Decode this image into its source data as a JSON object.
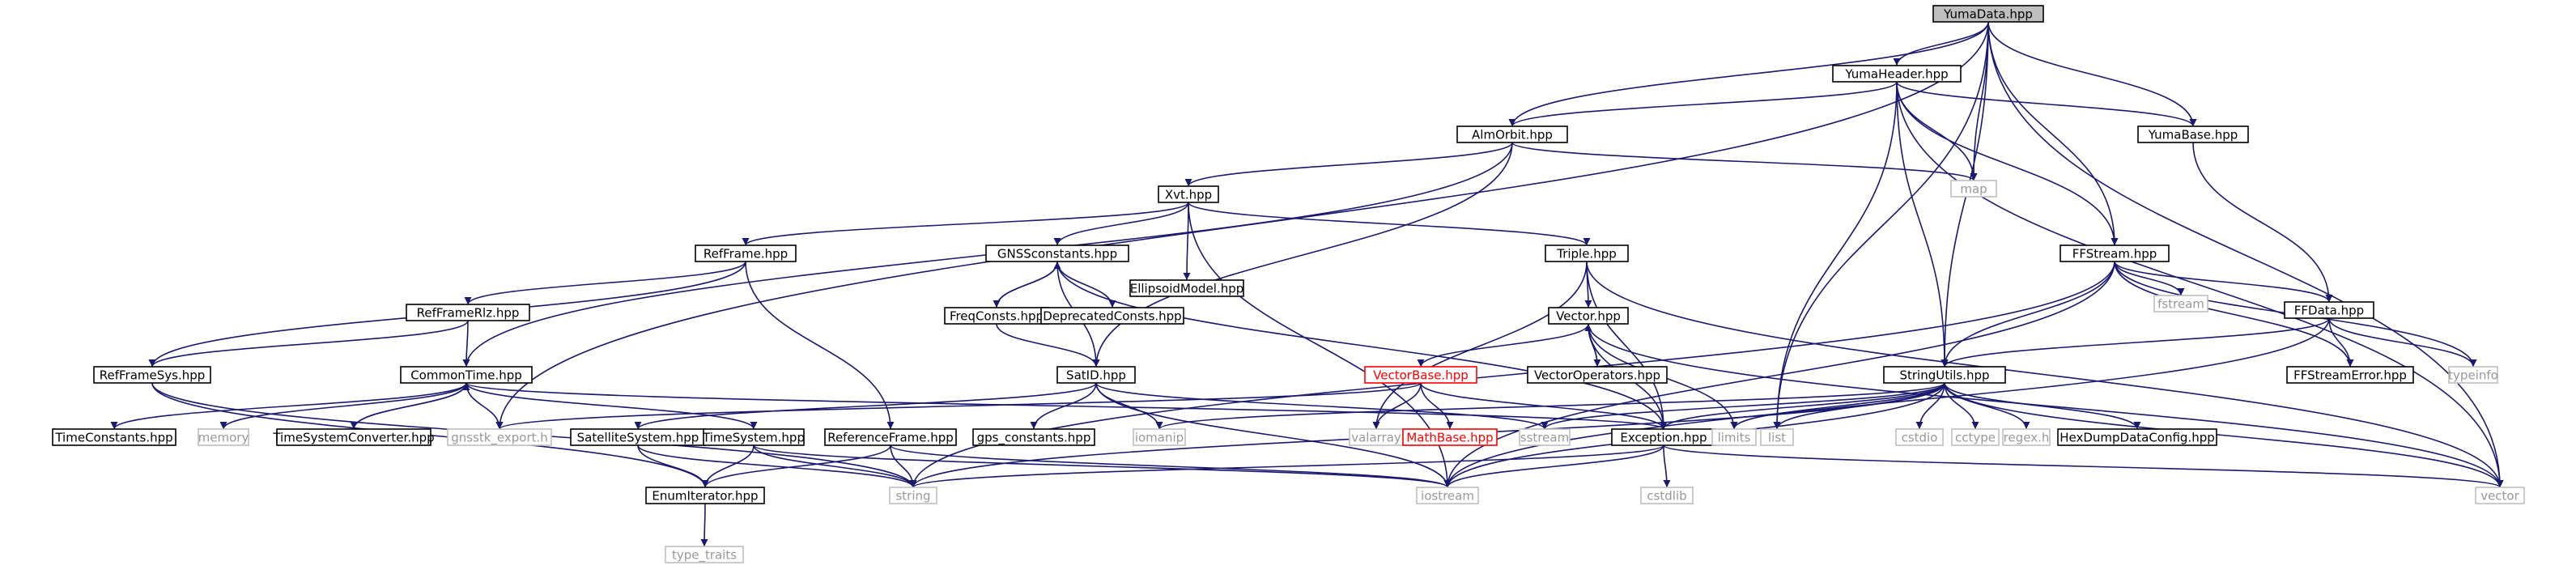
{
  "colors": {
    "edge": "#191970",
    "node_border": "#000000",
    "node_fill": "#ffffff",
    "root_fill": "#bfbfbf",
    "system_border": "#bfbfbf",
    "system_text": "#999999",
    "truncated_border": "#ff0000",
    "truncated_text": "#ff0000",
    "text": "#000000"
  },
  "nodes": [
    {
      "id": "YumaData",
      "label": "YumaData.hpp",
      "kind": "root"
    },
    {
      "id": "YumaHeader",
      "label": "YumaHeader.hpp",
      "kind": "header"
    },
    {
      "id": "AlmOrbit",
      "label": "AlmOrbit.hpp",
      "kind": "header"
    },
    {
      "id": "YumaBase",
      "label": "YumaBase.hpp",
      "kind": "header"
    },
    {
      "id": "map",
      "label": "map",
      "kind": "system"
    },
    {
      "id": "Xvt",
      "label": "Xvt.hpp",
      "kind": "header"
    },
    {
      "id": "FFStream",
      "label": "FFStream.hpp",
      "kind": "header"
    },
    {
      "id": "RefFrame",
      "label": "RefFrame.hpp",
      "kind": "header"
    },
    {
      "id": "GNSSconstants",
      "label": "GNSSconstants.hpp",
      "kind": "header"
    },
    {
      "id": "EllipsoidModel",
      "label": "EllipsoidModel.hpp",
      "kind": "header"
    },
    {
      "id": "Triple",
      "label": "Triple.hpp",
      "kind": "header"
    },
    {
      "id": "fstream",
      "label": "fstream",
      "kind": "system"
    },
    {
      "id": "FFData",
      "label": "FFData.hpp",
      "kind": "header"
    },
    {
      "id": "typeinfo",
      "label": "typeinfo",
      "kind": "system"
    },
    {
      "id": "RefFrameRlz",
      "label": "RefFrameRlz.hpp",
      "kind": "header"
    },
    {
      "id": "FreqConsts",
      "label": "FreqConsts.hpp",
      "kind": "header"
    },
    {
      "id": "DeprecatedConsts",
      "label": "DeprecatedConsts.hpp",
      "kind": "header"
    },
    {
      "id": "Vector",
      "label": "Vector.hpp",
      "kind": "header"
    },
    {
      "id": "RefFrameSys",
      "label": "RefFrameSys.hpp",
      "kind": "header"
    },
    {
      "id": "CommonTime",
      "label": "CommonTime.hpp",
      "kind": "header"
    },
    {
      "id": "SatID",
      "label": "SatID.hpp",
      "kind": "header"
    },
    {
      "id": "VectorBase",
      "label": "VectorBase.hpp",
      "kind": "truncated"
    },
    {
      "id": "VectorOperators",
      "label": "VectorOperators.hpp",
      "kind": "header"
    },
    {
      "id": "StringUtils",
      "label": "StringUtils.hpp",
      "kind": "header"
    },
    {
      "id": "FFStreamError",
      "label": "FFStreamError.hpp",
      "kind": "header"
    },
    {
      "id": "TimeConstants",
      "label": "TimeConstants.hpp",
      "kind": "header"
    },
    {
      "id": "memory",
      "label": "memory",
      "kind": "system"
    },
    {
      "id": "TimeSystemConverter",
      "label": "TimeSystemConverter.hpp",
      "kind": "header"
    },
    {
      "id": "gnsstk_export",
      "label": "gnsstk_export.h",
      "kind": "system"
    },
    {
      "id": "SatelliteSystem",
      "label": "SatelliteSystem.hpp",
      "kind": "header"
    },
    {
      "id": "TimeSystem",
      "label": "TimeSystem.hpp",
      "kind": "header"
    },
    {
      "id": "ReferenceFrame",
      "label": "ReferenceFrame.hpp",
      "kind": "header"
    },
    {
      "id": "gps_constants",
      "label": "gps_constants.hpp",
      "kind": "header"
    },
    {
      "id": "iomanip",
      "label": "iomanip",
      "kind": "system"
    },
    {
      "id": "valarray",
      "label": "valarray",
      "kind": "system"
    },
    {
      "id": "MathBase",
      "label": "MathBase.hpp",
      "kind": "truncated"
    },
    {
      "id": "sstream",
      "label": "sstream",
      "kind": "system"
    },
    {
      "id": "Exception",
      "label": "Exception.hpp",
      "kind": "header"
    },
    {
      "id": "limits",
      "label": "limits",
      "kind": "system"
    },
    {
      "id": "list",
      "label": "list",
      "kind": "system"
    },
    {
      "id": "cstdio",
      "label": "cstdio",
      "kind": "system"
    },
    {
      "id": "cctype",
      "label": "cctype",
      "kind": "system"
    },
    {
      "id": "regexh",
      "label": "regex.h",
      "kind": "system"
    },
    {
      "id": "HexDumpDataConfig",
      "label": "HexDumpDataConfig.hpp",
      "kind": "header"
    },
    {
      "id": "vector",
      "label": "vector",
      "kind": "system"
    },
    {
      "id": "EnumIterator",
      "label": "EnumIterator.hpp",
      "kind": "header"
    },
    {
      "id": "string",
      "label": "string",
      "kind": "system"
    },
    {
      "id": "iostream",
      "label": "iostream",
      "kind": "system"
    },
    {
      "id": "cstdlib",
      "label": "cstdlib",
      "kind": "system"
    },
    {
      "id": "type_traits",
      "label": "type_traits",
      "kind": "system"
    }
  ],
  "edges": [
    [
      "YumaData",
      "YumaHeader"
    ],
    [
      "YumaData",
      "AlmOrbit"
    ],
    [
      "YumaData",
      "YumaBase"
    ],
    [
      "YumaData",
      "map"
    ],
    [
      "YumaData",
      "FFStream"
    ],
    [
      "YumaData",
      "StringUtils"
    ],
    [
      "YumaData",
      "list"
    ],
    [
      "YumaData",
      "gnsstk_export"
    ],
    [
      "YumaData",
      "vector"
    ],
    [
      "YumaHeader",
      "AlmOrbit"
    ],
    [
      "YumaHeader",
      "YumaBase"
    ],
    [
      "YumaHeader",
      "map"
    ],
    [
      "YumaHeader",
      "FFStream"
    ],
    [
      "YumaHeader",
      "StringUtils"
    ],
    [
      "YumaHeader",
      "list"
    ],
    [
      "YumaHeader",
      "vector"
    ],
    [
      "AlmOrbit",
      "Xvt"
    ],
    [
      "AlmOrbit",
      "map"
    ],
    [
      "AlmOrbit",
      "CommonTime"
    ],
    [
      "AlmOrbit",
      "SatID"
    ],
    [
      "YumaBase",
      "FFData"
    ],
    [
      "Xvt",
      "RefFrame"
    ],
    [
      "Xvt",
      "GNSSconstants"
    ],
    [
      "Xvt",
      "EllipsoidModel"
    ],
    [
      "Xvt",
      "Triple"
    ],
    [
      "Xvt",
      "iostream"
    ],
    [
      "FFStream",
      "FFData"
    ],
    [
      "FFStream",
      "fstream"
    ],
    [
      "FFStream",
      "typeinfo"
    ],
    [
      "FFStream",
      "FFStreamError"
    ],
    [
      "FFStream",
      "StringUtils"
    ],
    [
      "FFStream",
      "string"
    ],
    [
      "FFStream",
      "iostream"
    ],
    [
      "RefFrame",
      "RefFrameRlz"
    ],
    [
      "RefFrame",
      "RefFrameSys"
    ],
    [
      "RefFrame",
      "ReferenceFrame"
    ],
    [
      "GNSSconstants",
      "FreqConsts"
    ],
    [
      "GNSSconstants",
      "DeprecatedConsts"
    ],
    [
      "GNSSconstants",
      "SatID"
    ],
    [
      "GNSSconstants",
      "Exception"
    ],
    [
      "Triple",
      "Vector"
    ],
    [
      "Triple",
      "valarray"
    ],
    [
      "Triple",
      "Exception"
    ],
    [
      "Triple",
      "vector"
    ],
    [
      "FFData",
      "FFStreamError"
    ],
    [
      "FFData",
      "typeinfo"
    ],
    [
      "FFData",
      "StringUtils"
    ],
    [
      "FFData",
      "iostream"
    ],
    [
      "RefFrameRlz",
      "CommonTime"
    ],
    [
      "RefFrameRlz",
      "RefFrameSys"
    ],
    [
      "FreqConsts",
      "GNSSconstants"
    ],
    [
      "FreqConsts",
      "SatID"
    ],
    [
      "Vector",
      "VectorBase"
    ],
    [
      "Vector",
      "VectorOperators"
    ],
    [
      "Vector",
      "limits"
    ],
    [
      "Vector",
      "vector"
    ],
    [
      "Vector",
      "Exception"
    ],
    [
      "RefFrameSys",
      "EnumIterator"
    ],
    [
      "RefFrameSys",
      "string"
    ],
    [
      "CommonTime",
      "TimeConstants"
    ],
    [
      "CommonTime",
      "memory"
    ],
    [
      "CommonTime",
      "TimeSystemConverter"
    ],
    [
      "CommonTime",
      "gnsstk_export"
    ],
    [
      "CommonTime",
      "TimeSystem"
    ],
    [
      "CommonTime",
      "Exception"
    ],
    [
      "SatID",
      "SatelliteSystem"
    ],
    [
      "SatID",
      "gps_constants"
    ],
    [
      "SatID",
      "iomanip"
    ],
    [
      "SatID",
      "iostream"
    ],
    [
      "SatID",
      "sstream"
    ],
    [
      "VectorBase",
      "valarray"
    ],
    [
      "VectorBase",
      "MathBase"
    ],
    [
      "VectorBase",
      "Exception"
    ],
    [
      "VectorBase",
      "gnsstk_export"
    ],
    [
      "VectorOperators",
      "Vector"
    ],
    [
      "StringUtils",
      "Exception"
    ],
    [
      "StringUtils",
      "HexDumpDataConfig"
    ],
    [
      "StringUtils",
      "iomanip"
    ],
    [
      "StringUtils",
      "sstream"
    ],
    [
      "StringUtils",
      "limits"
    ],
    [
      "StringUtils",
      "list"
    ],
    [
      "StringUtils",
      "cstdio"
    ],
    [
      "StringUtils",
      "cctype"
    ],
    [
      "StringUtils",
      "regexh"
    ],
    [
      "StringUtils",
      "vector"
    ],
    [
      "StringUtils",
      "string"
    ],
    [
      "StringUtils",
      "iostream"
    ],
    [
      "TimeSystemConverter",
      "CommonTime"
    ],
    [
      "SatelliteSystem",
      "EnumIterator"
    ],
    [
      "SatelliteSystem",
      "string"
    ],
    [
      "TimeSystem",
      "EnumIterator"
    ],
    [
      "TimeSystem",
      "string"
    ],
    [
      "TimeSystem",
      "iostream"
    ],
    [
      "ReferenceFrame",
      "EnumIterator"
    ],
    [
      "ReferenceFrame",
      "string"
    ],
    [
      "ReferenceFrame",
      "iostream"
    ],
    [
      "Exception",
      "cstdlib"
    ],
    [
      "Exception",
      "string"
    ],
    [
      "Exception",
      "iostream"
    ],
    [
      "Exception",
      "vector"
    ],
    [
      "EnumIterator",
      "type_traits"
    ]
  ]
}
